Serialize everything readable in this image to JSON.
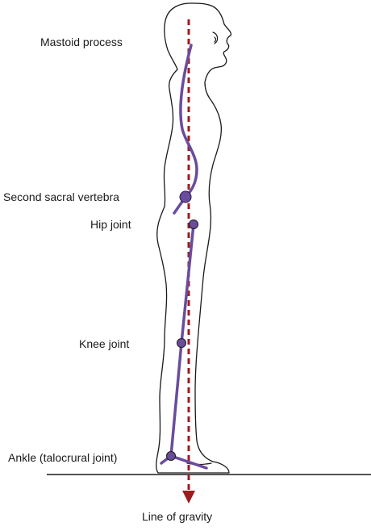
{
  "labels": {
    "mastoid": "Mastoid process",
    "sacral": "Second sacral vertebra",
    "hip": "Hip joint",
    "knee": "Knee joint",
    "ankle": "Ankle (talocrural joint)",
    "gravity": "Line of gravity"
  },
  "colors": {
    "outline": "#1a1a1a",
    "gravity_line": "#9b1d20",
    "spine_leg": "#6a4c9c",
    "joint_fill": "#6a4c9c",
    "ground": "#1a1a1a"
  }
}
